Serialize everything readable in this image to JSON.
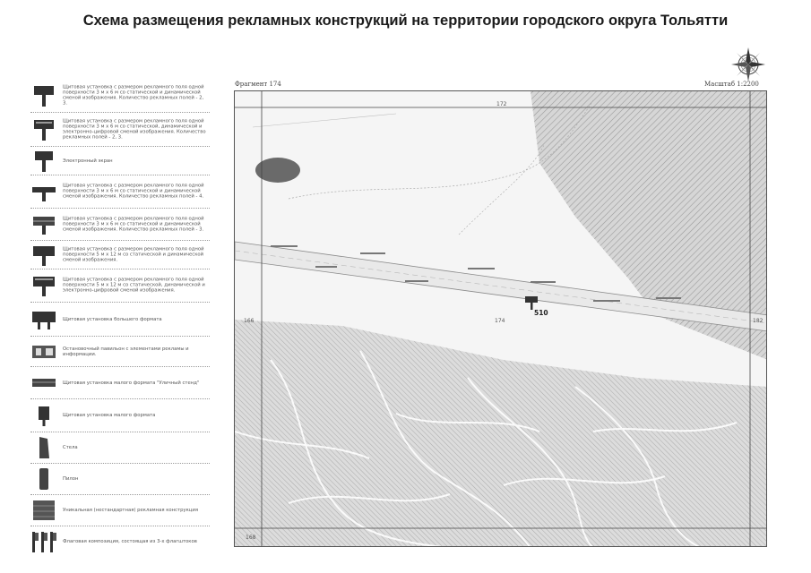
{
  "title": "Схема размещения рекламных конструкций на территории городского округа Тольятти",
  "fragment_label": "Фрагмент 174",
  "scale_label": "Масштаб 1:2200",
  "legend": [
    {
      "icon": "billboard-3x6-icon",
      "text": "Щитовая установка с размером рекламного поля одной поверхности 3 м х 6 м со статической и динамической сменой изображения. Количество рекламных полей - 2, 3."
    },
    {
      "icon": "billboard-3x6-digital-icon",
      "text": "Щитовая установка с размером рекламного поля одной поверхности 3 м х 6 м со статической, динамической и электронно-цифровой сменой изображения. Количество рекламных полей - 2, 3."
    },
    {
      "icon": "electronic-screen-icon",
      "text": "Электронный экран"
    },
    {
      "icon": "billboard-3x6-four-icon",
      "text": "Щитовая установка с размером рекламного поля одной поверхности 3 м х 6 м со статической и динамической сменой изображения. Количество рекламных полей - 4."
    },
    {
      "icon": "billboard-3x6-three-icon",
      "text": "Щитовая установка с размером рекламного поля одной поверхности 3 м х 6 м со статической и динамической сменой изображения. Количество рекламных полей - 3."
    },
    {
      "icon": "billboard-5x12-icon",
      "text": "Щитовая установка с размером рекламного поля одной поверхности 5 м х 12 м со статической и динамической сменой изображения."
    },
    {
      "icon": "billboard-5x12-digital-icon",
      "text": "Щитовая установка с размером рекламного поля одной поверхности 5 м х 12 м со статической, динамической и электронно-цифровой сменой изображения."
    },
    {
      "icon": "large-format-icon",
      "text": "Щитовая установка большего формата"
    },
    {
      "icon": "pavilion-icon",
      "text": "Остановочный павильон с элементами рекламы и информации."
    },
    {
      "icon": "city-stand-icon",
      "text": "Щитовая установка малого формата \"Уличный стенд\""
    },
    {
      "icon": "small-format-icon",
      "text": "Щитовая установка малого формата"
    },
    {
      "icon": "stele-icon",
      "text": "Стела"
    },
    {
      "icon": "pylon-icon",
      "text": "Пилон"
    },
    {
      "icon": "unique-structure-icon",
      "text": "Уникальная (нестандартная) рекламная конструкция"
    },
    {
      "icon": "flag-composition-icon",
      "text": "Флаговая композиция, состоящая из 3-х флагштоков"
    }
  ],
  "map": {
    "top_label": "172",
    "center_label": "174",
    "left_label": "166",
    "right_label": "182",
    "bottom_left_label": "168",
    "marker_label": "510"
  }
}
